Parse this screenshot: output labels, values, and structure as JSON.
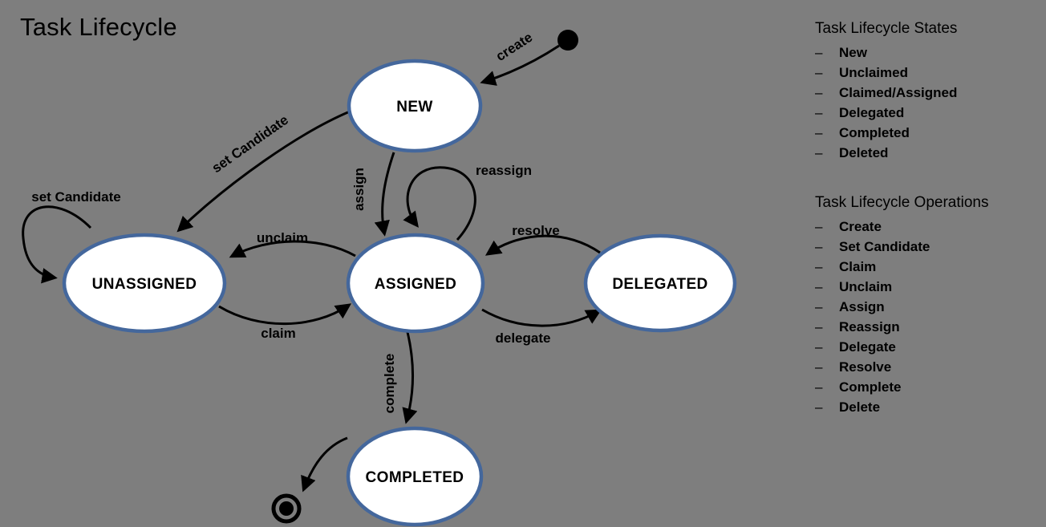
{
  "title": "Task Lifecycle",
  "diagram": {
    "states": {
      "new": "NEW",
      "unassigned": "UNASSIGNED",
      "assigned": "ASSIGNED",
      "delegated": "DELEGATED",
      "completed": "COMPLETED"
    },
    "transitions": {
      "create": "create",
      "set_candidate_main": "set Candidate",
      "set_candidate_loop": "set Candidate",
      "assign": "assign",
      "reassign": "reassign",
      "unclaim": "unclaim",
      "claim": "claim",
      "resolve": "resolve",
      "delegate": "delegate",
      "complete": "complete"
    }
  },
  "panel": {
    "bullet": "–",
    "states": {
      "heading": "Task Lifecycle States",
      "items": [
        "New",
        "Unclaimed",
        "Claimed/Assigned",
        "Delegated",
        "Completed",
        "Deleted"
      ]
    },
    "operations": {
      "heading": "Task Lifecycle Operations",
      "items": [
        "Create",
        "Set Candidate",
        "Claim",
        "Unclaim",
        "Assign",
        "Reassign",
        "Delegate",
        "Resolve",
        "Complete",
        "Delete"
      ]
    }
  },
  "colors": {
    "background": "#7e7e7e",
    "state_fill": "#ffffff",
    "state_border": "#44679c",
    "line": "#000000",
    "text": "#000000"
  }
}
